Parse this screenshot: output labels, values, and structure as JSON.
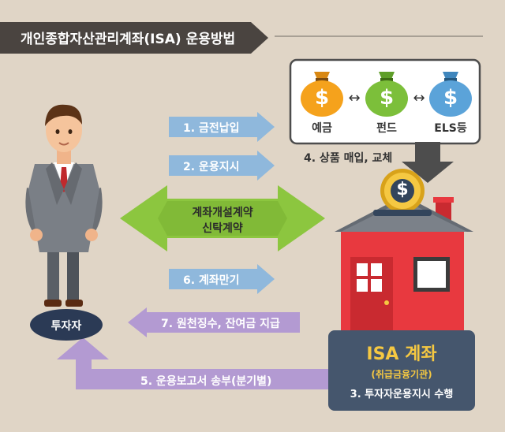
{
  "header": {
    "title": "개인종합자산관리계좌(ISA) 운용방법"
  },
  "products": {
    "deposit": "예금",
    "fund": "펀드",
    "els": "ELS등",
    "swap_glyph": "↔",
    "currency_glyph": "$"
  },
  "flows": {
    "step1": "1. 금전납입",
    "step2": "2. 운용지시",
    "contract_line1": "계좌개설계약",
    "contract_line2": "신탁계약",
    "step6": "6. 계좌만기",
    "step7": "7. 원천징수, 잔여금 지급",
    "step5": "5. 운용보고서 송부(분기별)",
    "step4": "4. 상품 매입, 교체"
  },
  "investor": {
    "label": "투자자"
  },
  "isa": {
    "title": "ISA 계좌",
    "subtitle": "(취급금융기관)",
    "step3": "3. 투자자운용지시 수행"
  },
  "colors": {
    "background": "#e0d5c6",
    "header_bg": "#4a4440",
    "arrow_blue": "#8fb8dc",
    "arrow_green": "#8cc63f",
    "arrow_purple": "#b39ad2",
    "house_red": "#e8393f",
    "roof_gray": "#656b73",
    "isa_box": "#45566d",
    "bag_orange": "#f5a21c",
    "bag_green": "#7cbf3a",
    "bag_blue": "#5ba3d9"
  }
}
